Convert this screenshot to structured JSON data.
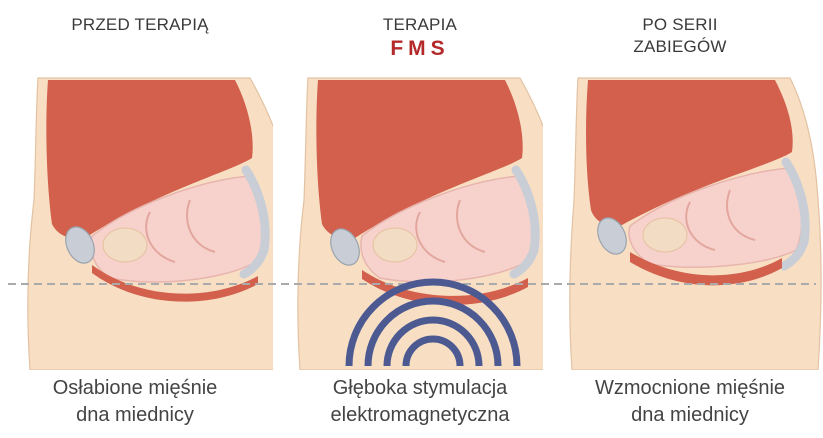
{
  "panels": [
    {
      "id": "before",
      "heading_lines": [
        "PRZED TERAPIĄ"
      ],
      "caption_lines": [
        "Osłabione mięśnie",
        "dna miednicy"
      ]
    },
    {
      "id": "therapy",
      "heading_lines": [
        "TERAPIA"
      ],
      "heading_emphasis": "FMS",
      "caption_lines": [
        "Głęboka stymulacja",
        "elektromagnetyczna"
      ]
    },
    {
      "id": "after",
      "heading_lines": [
        "PO SERII",
        "ZABIEGÓW"
      ],
      "caption_lines": [
        "Wzmocnione mięśnie",
        "dna miednicy"
      ]
    }
  ],
  "colors": {
    "skin": "#f8dfc4",
    "skin_outline": "#e2c2a2",
    "muscle": "#d2604c",
    "muscle_dark": "#b94c3a",
    "pelvis": "#f7d2cc",
    "pelvis_outline": "#e7b5ae",
    "bone": "#c9ced6",
    "wave": "#4d5a92",
    "heading": "#3a3a3a",
    "emphasis": "#b42a2a",
    "caption": "#444444",
    "dashed_line": "#aaaaaa"
  }
}
